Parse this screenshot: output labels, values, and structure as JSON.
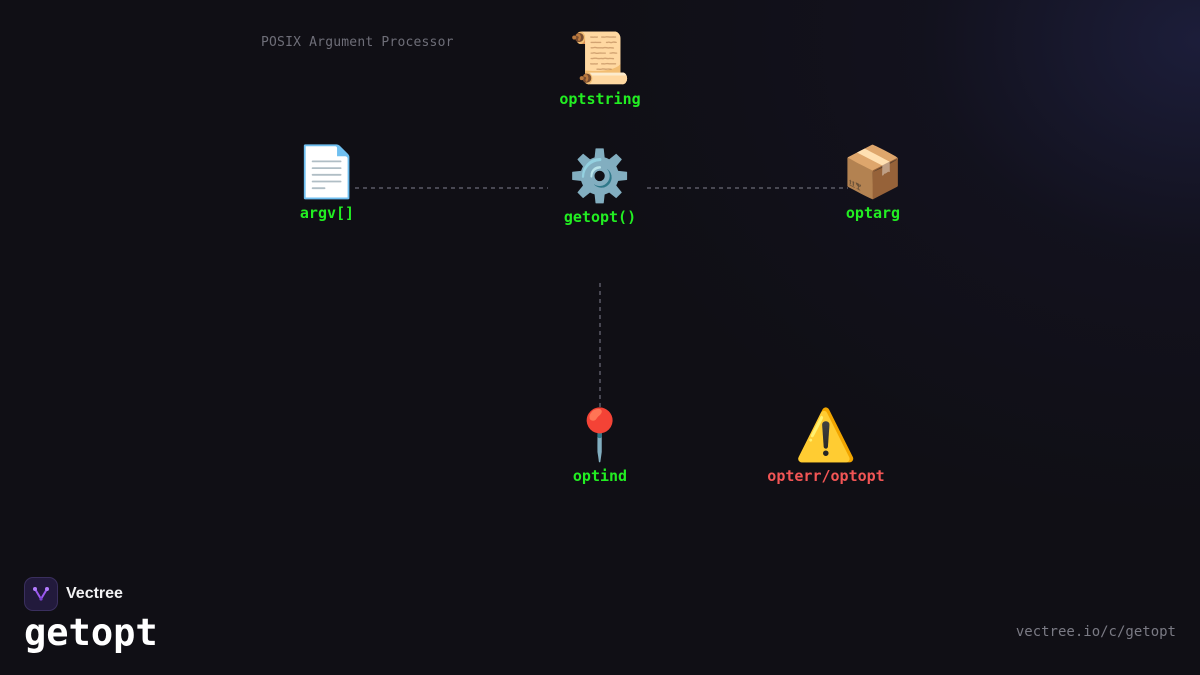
{
  "subtitle": "POSIX Argument Processor",
  "nodes": {
    "optstring": {
      "icon": "scroll-icon",
      "glyph": "📜",
      "label": "optstring",
      "color": "#22ee22"
    },
    "argv": {
      "icon": "page-facing-up-icon",
      "glyph": "📄",
      "label": "argv[]",
      "color": "#22ee22"
    },
    "getopt": {
      "icon": "gear-icon",
      "glyph": "⚙️",
      "label": "getopt()",
      "color": "#22ee22"
    },
    "optarg": {
      "icon": "package-box-icon",
      "glyph": "📦",
      "label": "optarg",
      "color": "#22ee22"
    },
    "optind": {
      "icon": "round-pushpin-icon",
      "glyph": "📍",
      "label": "optind",
      "color": "#22ee22"
    },
    "opterr": {
      "icon": "warning-icon",
      "glyph": "⚠️",
      "label": "opterr/optopt",
      "color": "#f25555"
    }
  },
  "brand": {
    "name": "Vectree",
    "logo_icon": "vectree-logo-icon",
    "accent": "#9b59f0"
  },
  "title": "getopt",
  "url": "vectree.io/c/getopt"
}
